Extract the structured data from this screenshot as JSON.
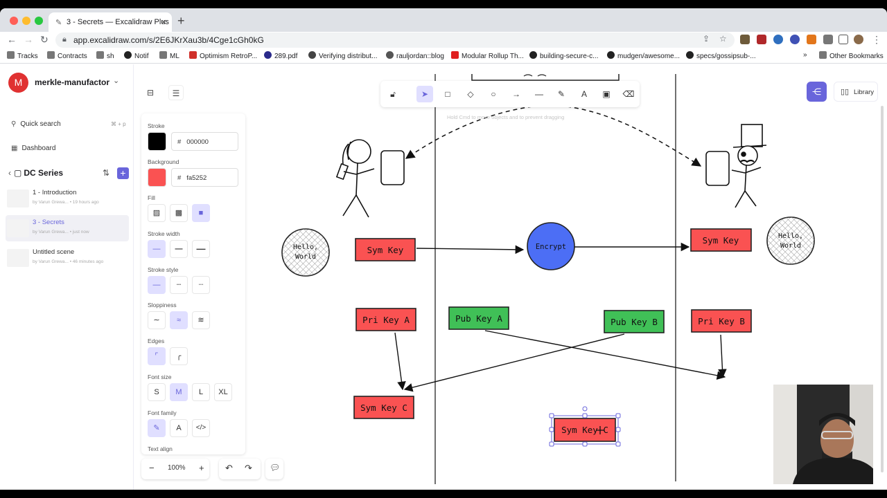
{
  "browser": {
    "tab_title": "3 - Secrets — Excalidraw Plus",
    "url": "app.excalidraw.com/s/2E6JKrXau3b/4Cge1cGh0kG",
    "bookmarks": [
      "Tracks",
      "Contracts",
      "sh",
      "Notif",
      "ML",
      "Optimism RetroP...",
      "289.pdf",
      "Verifying distribut...",
      "rauljordan::blog",
      "Modular Rollup Th...",
      "building-secure-c...",
      "mudgen/awesome...",
      "specs/gossipsub-..."
    ],
    "other_bookmarks": "Other Bookmarks",
    "more_bookmarks": "»"
  },
  "sidebar": {
    "avatar_letter": "M",
    "team_name": "merkle-manufactor",
    "quick_search": "Quick search",
    "quick_search_shortcut": "⌘ + p",
    "dashboard": "Dashboard",
    "collection": "DC Series",
    "scenes": [
      {
        "title": "1 - Introduction",
        "sub": "by Varun Grewa... • 19 hours ago"
      },
      {
        "title": "3 - Secrets",
        "sub": "by Varun Grewa... • just now"
      },
      {
        "title": "Untitled scene",
        "sub": "by Varun Grewa... • 46 minutes ago"
      }
    ]
  },
  "toolbar": {
    "hint": "Hold Cmd to move objects and to prevent dragging"
  },
  "properties": {
    "stroke_label": "Stroke",
    "stroke_hex": "000000",
    "stroke_color": "#000000",
    "background_label": "Background",
    "background_hex": "fa5252",
    "background_color": "#fa5252",
    "hash": "#",
    "fill_label": "Fill",
    "stroke_width_label": "Stroke width",
    "stroke_style_label": "Stroke style",
    "sloppiness_label": "Sloppiness",
    "edges_label": "Edges",
    "font_size_label": "Font size",
    "font_sizes": [
      "S",
      "M",
      "L",
      "XL"
    ],
    "font_family_label": "Font family",
    "text_align_label": "Text align"
  },
  "bottom": {
    "zoom": "100%",
    "zoom_out": "−",
    "zoom_in": "+"
  },
  "top_right": {
    "library": "Library"
  },
  "diagram": {
    "bubble_text": "Hello, World",
    "encrypt": "Encrypt",
    "boxes": {
      "sym_key_left": "Sym Key",
      "sym_key_right": "Sym Key",
      "pri_key_a": "Pri Key A",
      "pub_key_a": "Pub Key A",
      "pub_key_b": "Pub Key B",
      "pri_key_b": "Pri Key B",
      "sym_key_c": "Sym Key C",
      "sym_key_c_selected": "Sym Key C"
    },
    "colors": {
      "red": "#fa5252",
      "green": "#40c057",
      "blue": "#4c6ef5",
      "selection": "#6965db"
    }
  }
}
